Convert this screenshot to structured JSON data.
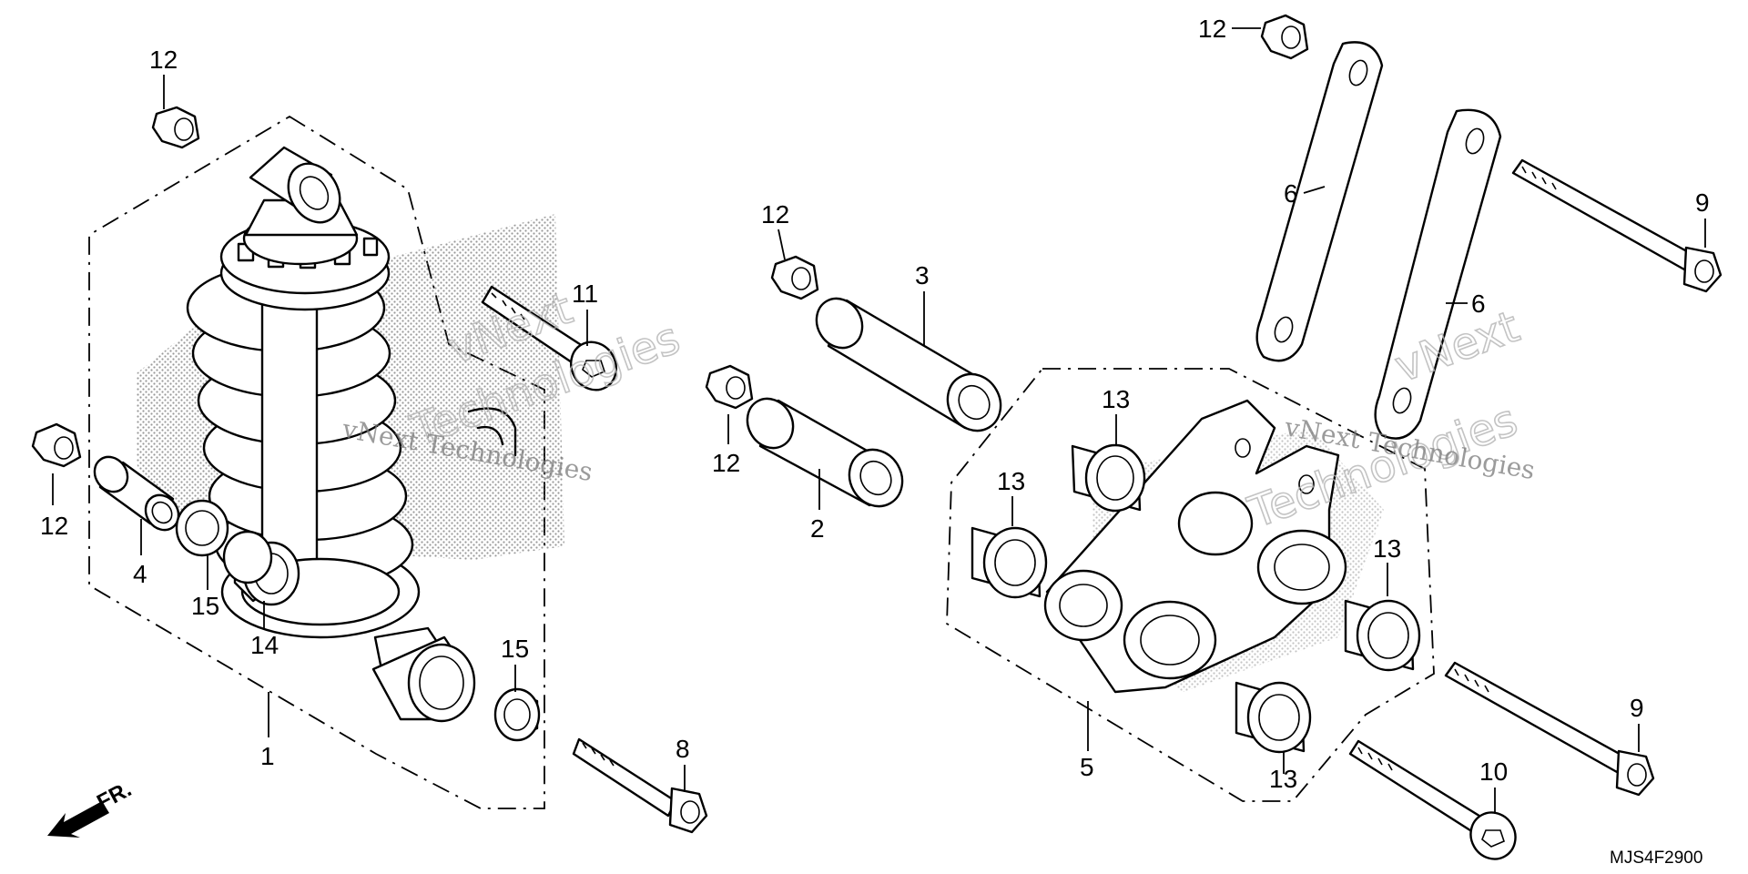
{
  "diagram_code": "MJS4F2900",
  "direction_label": "FR.",
  "watermark": {
    "brand": "vNext",
    "line1": "vNext Technologies",
    "line2": "Technologies"
  },
  "callouts": {
    "c1": "1",
    "c2": "2",
    "c3": "3",
    "c4": "4",
    "c5": "5",
    "c6a": "6",
    "c6b": "6",
    "c8": "8",
    "c9a": "9",
    "c9b": "9",
    "c10": "10",
    "c11": "11",
    "c12a": "12",
    "c12b": "12",
    "c12c": "12",
    "c12d": "12",
    "c12e": "12",
    "c13a": "13",
    "c13b": "13",
    "c13c": "13",
    "c13d": "13",
    "c14": "14",
    "c15a": "15",
    "c15b": "15"
  }
}
